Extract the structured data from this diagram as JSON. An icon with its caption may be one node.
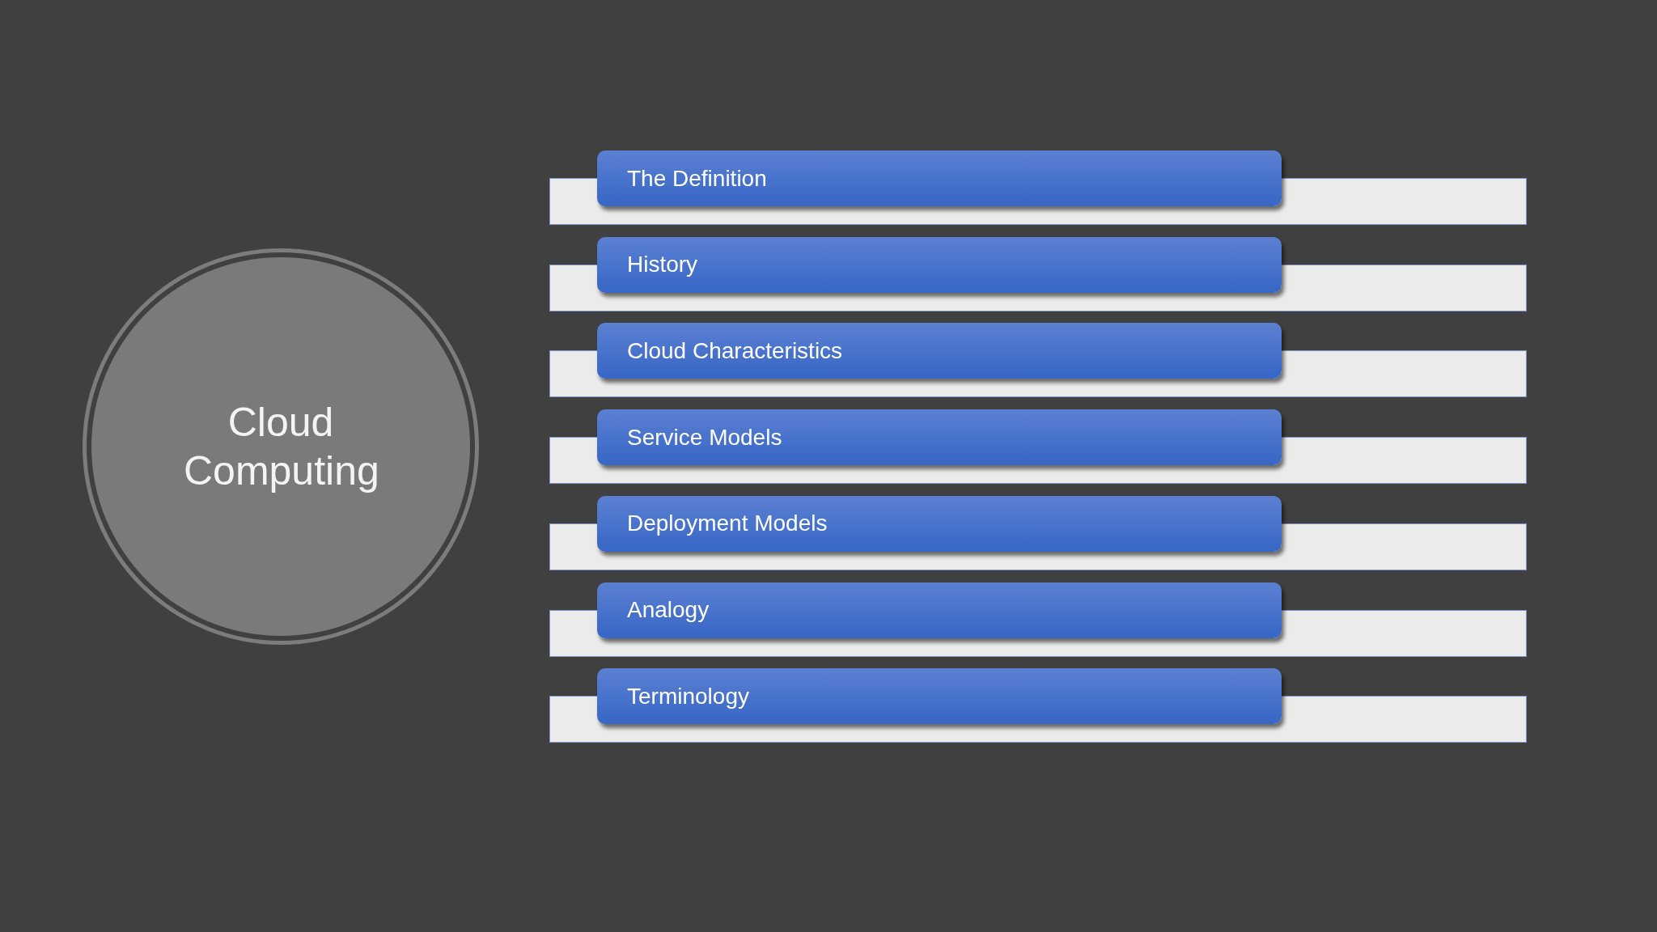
{
  "diagram": {
    "nodes": [
      {
        "text": [
          "Cloud Computing"
        ]
      },
      {
        "text": [
          "The Definition"
        ]
      },
      {
        "text": [
          "History"
        ]
      },
      {
        "text": [
          "Cloud Characteristics"
        ]
      },
      {
        "text": [
          "Service Models"
        ]
      },
      {
        "text": [
          "Deployment Models"
        ]
      },
      {
        "text": [
          "Analogy"
        ]
      },
      {
        "text": [
          "Terminology"
        ]
      }
    ]
  }
}
